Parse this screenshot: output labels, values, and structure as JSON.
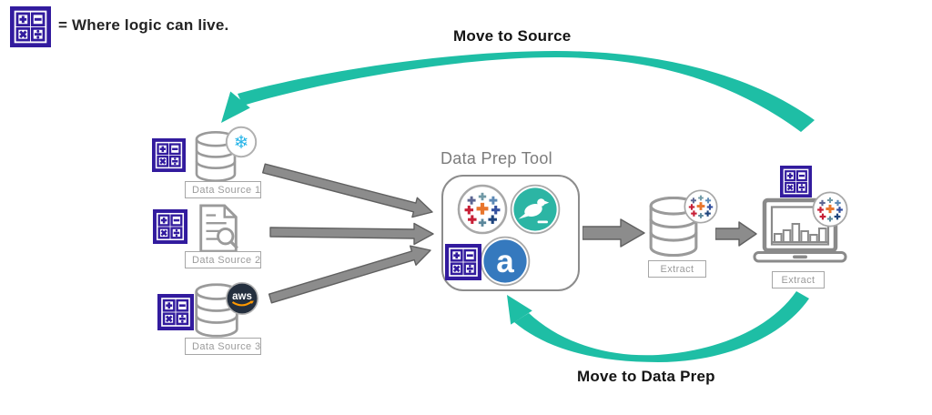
{
  "legend": {
    "label": "= Where logic can live."
  },
  "flow": {
    "move_to_source": "Move to Source",
    "move_to_data_prep": "Move to Data Prep"
  },
  "sources": [
    {
      "label": "Data Source 1",
      "kind": "snowflake-database"
    },
    {
      "label": "Data Source 2",
      "kind": "document-search"
    },
    {
      "label": "Data Source 3",
      "kind": "aws-database"
    }
  ],
  "data_prep": {
    "title": "Data Prep Tool",
    "tools": [
      "tableau-logo",
      "tableau-prep-bird",
      "alteryx-logo"
    ],
    "alteryx_letter": "a"
  },
  "outputs": {
    "extract_db_label": "Extract",
    "extract_viz_label": "Extract"
  },
  "badges": {
    "aws": "aws",
    "snowflake_glyph": "❄"
  },
  "colors": {
    "teal": "#1EBEA5",
    "logic_indigo": "#321B9E",
    "arrow_gray": "#8C8C8C",
    "snowflake_blue": "#29B5E8",
    "alteryx_blue": "#3579BE",
    "aws_navy": "#242F3E",
    "aws_orange": "#FF9900",
    "tableau_orange": "#E8762D",
    "prep_teal_circle": "#2CB5A4"
  }
}
